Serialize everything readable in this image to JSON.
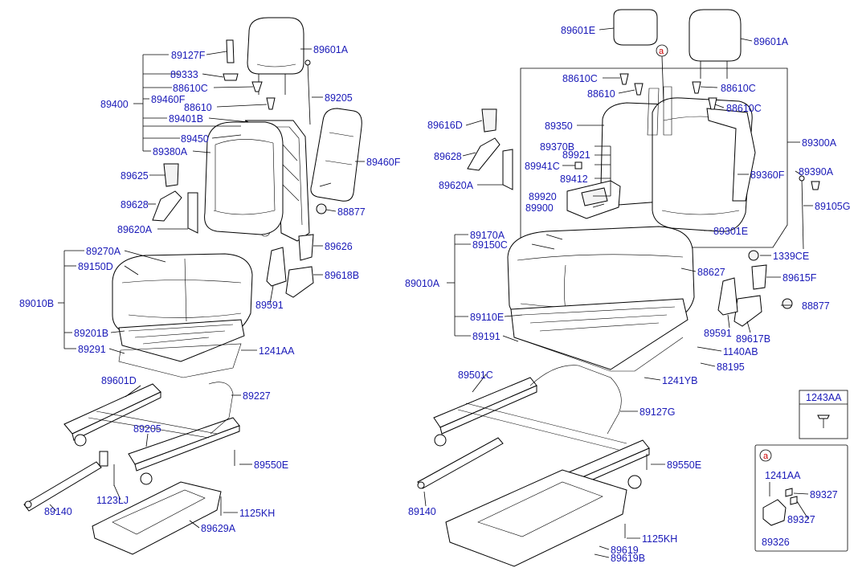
{
  "labels": {
    "l_89127F": "89127F",
    "l_89333": "89333",
    "l_88610C_a": "88610C",
    "l_89400": "89400",
    "l_89460F_a": "89460F",
    "l_88610_a": "88610",
    "l_89401B": "89401B",
    "l_89450": "89450",
    "l_89380A": "89380A",
    "l_89625": "89625",
    "l_89628_a": "89628",
    "l_89620A_a": "89620A",
    "l_89601A_a": "89601A",
    "l_89205_a": "89205",
    "l_89460F_b": "89460F",
    "l_88877_a": "88877",
    "l_89626": "89626",
    "l_89618B": "89618B",
    "l_89591_a": "89591",
    "l_89270A": "89270A",
    "l_89150D": "89150D",
    "l_89010B": "89010B",
    "l_89201B": "89201B",
    "l_89291": "89291",
    "l_1241AA_a": "1241AA",
    "l_89601D": "89601D",
    "l_89227": "89227",
    "l_89205_b": "89205",
    "l_89550E_a": "89550E",
    "l_1123LJ": "1123LJ",
    "l_89140_a": "89140",
    "l_1125KH_a": "1125KH",
    "l_89629A": "89629A",
    "l_89601E": "89601E",
    "l_89601A_b": "89601A",
    "l_circle_a": "a",
    "l_88610C_b": "88610C",
    "l_88610_b": "88610",
    "l_88610C_c": "88610C",
    "l_88610C_d": "88610C",
    "l_89616D": "89616D",
    "l_89350": "89350",
    "l_89300A": "89300A",
    "l_89370B": "89370B",
    "l_89921": "89921",
    "l_89628_b": "89628",
    "l_89941C": "89941C",
    "l_89360F": "89360F",
    "l_89390A": "89390A",
    "l_89620A_b": "89620A",
    "l_89412": "89412",
    "l_89920": "89920",
    "l_89900": "89900",
    "l_89105G": "89105G",
    "l_89301E": "89301E",
    "l_89170A": "89170A",
    "l_89150C": "89150C",
    "l_1339CE": "1339CE",
    "l_88627": "88627",
    "l_89615F": "89615F",
    "l_89010A": "89010A",
    "l_88877_b": "88877",
    "l_89110E": "89110E",
    "l_89191": "89191",
    "l_89591_b": "89591",
    "l_89617B": "89617B",
    "l_1140AB": "1140AB",
    "l_88195": "88195",
    "l_1241YB": "1241YB",
    "l_89501C": "89501C",
    "l_89127G": "89127G",
    "l_89550E_b": "89550E",
    "l_89140_b": "89140",
    "l_1125KH_b": "1125KH",
    "l_89619": "89619",
    "l_89619B": "89619B",
    "l_1243AA_box": "1243AA",
    "l_box_a": "a",
    "l_1241AA_b": "1241AA",
    "l_89327_a": "89327",
    "l_89327_b": "89327",
    "l_89326": "89326"
  }
}
